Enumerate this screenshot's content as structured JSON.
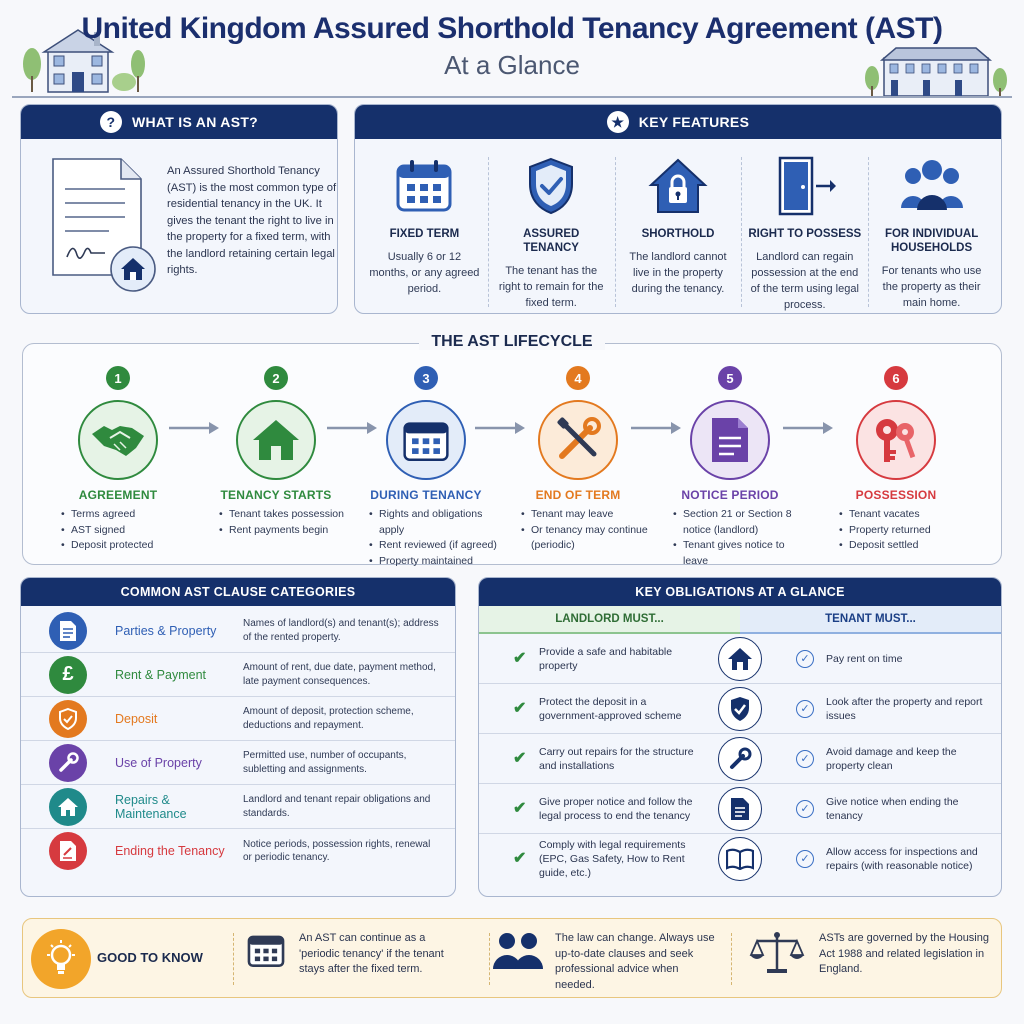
{
  "header": {
    "title": "United Kingdom Assured Shorthold Tenancy Agreement (AST)",
    "subtitle": "At a Glance"
  },
  "what": {
    "heading": "WHAT IS AN AST?",
    "text": "An Assured Shorthold Tenancy (AST) is the most common type of residential tenancy in the UK. It gives the tenant the right to live in the property for a fixed term, with the landlord retaining certain legal rights."
  },
  "features": {
    "heading": "KEY FEATURES",
    "items": [
      {
        "name": "FIXED TERM",
        "desc": "Usually 6 or 12 months, or any agreed period.",
        "icon": "calendar-icon"
      },
      {
        "name": "ASSURED TENANCY",
        "desc": "The tenant has the right to remain for the fixed term.",
        "icon": "shield-check-icon"
      },
      {
        "name": "SHORTHOLD",
        "desc": "The landlord cannot live in the property during the tenancy.",
        "icon": "house-lock-icon"
      },
      {
        "name": "RIGHT TO POSSESS",
        "desc": "Landlord can regain possession at the end of the term using legal process.",
        "icon": "door-exit-icon"
      },
      {
        "name": "FOR INDIVIDUAL HOUSEHOLDS",
        "desc": "For tenants who use the property as their main home.",
        "icon": "people-icon"
      }
    ]
  },
  "lifecycle": {
    "title": "THE AST LIFECYCLE",
    "stages": [
      {
        "num": "1",
        "name": "AGREEMENT",
        "color": "#2f8a3e",
        "bg": "#e6f3e6",
        "icon": "handshake-icon",
        "bullets": [
          "Terms agreed",
          "AST signed",
          "Deposit protected"
        ]
      },
      {
        "num": "2",
        "name": "TENANCY STARTS",
        "color": "#2f8a3e",
        "bg": "#e6f3e6",
        "icon": "house-icon",
        "bullets": [
          "Tenant takes possession",
          "Rent payments begin"
        ]
      },
      {
        "num": "3",
        "name": "DURING TENANCY",
        "color": "#2f5fb4",
        "bg": "#e3ecf9",
        "icon": "calendar-icon",
        "bullets": [
          "Rights and obligations apply",
          "Rent reviewed (if agreed)",
          "Property maintained"
        ]
      },
      {
        "num": "4",
        "name": "END OF TERM",
        "color": "#e3791f",
        "bg": "#fcebd9",
        "icon": "tools-icon",
        "bullets": [
          "Tenant may leave",
          "Or tenancy may continue (periodic)"
        ]
      },
      {
        "num": "5",
        "name": "NOTICE PERIOD",
        "color": "#6a42a8",
        "bg": "#ece5f6",
        "icon": "notice-document-icon",
        "bullets": [
          "Section 21 or Section 8 notice (landlord)",
          "Tenant gives notice to leave"
        ]
      },
      {
        "num": "6",
        "name": "POSSESSION",
        "color": "#d63a3f",
        "bg": "#fbe3e3",
        "icon": "keys-icon",
        "bullets": [
          "Tenant vacates",
          "Property returned",
          "Deposit settled"
        ]
      }
    ]
  },
  "clauses": {
    "heading": "COMMON AST CLAUSE CATEGORIES",
    "items": [
      {
        "name": "Parties & Property",
        "desc": "Names of landlord(s) and tenant(s); address of the rented property.",
        "color": "#2f5fb4",
        "icon": "document-icon"
      },
      {
        "name": "Rent & Payment",
        "desc": "Amount of rent, due date, payment method, late payment consequences.",
        "color": "#2f8a3e",
        "icon": "pound-icon"
      },
      {
        "name": "Deposit",
        "desc": "Amount of deposit, protection scheme, deductions and repayment.",
        "color": "#e3791f",
        "icon": "shield-icon"
      },
      {
        "name": "Use of Property",
        "desc": "Permitted use, number of occupants, subletting and assignments.",
        "color": "#6a42a8",
        "icon": "wrench-icon"
      },
      {
        "name": "Repairs & Maintenance",
        "desc": "Landlord and tenant repair obligations and standards.",
        "color": "#1f8a8a",
        "icon": "house-icon"
      },
      {
        "name": "Ending the Tenancy",
        "desc": "Notice periods, possession rights, renewal or periodic tenancy.",
        "color": "#d63a3f",
        "icon": "notice-icon"
      }
    ]
  },
  "obligations": {
    "heading": "KEY OBLIGATIONS AT A GLANCE",
    "landlord_head": "LANDLORD MUST...",
    "tenant_head": "TENANT MUST...",
    "rows": [
      {
        "landlord": "Provide a safe and habitable property",
        "tenant": "Pay rent on time",
        "icon": "house-icon"
      },
      {
        "landlord": "Protect the deposit in a government-approved scheme",
        "tenant": "Look after the property and report issues",
        "icon": "shield-check-icon"
      },
      {
        "landlord": "Carry out repairs for the structure and installations",
        "tenant": "Avoid damage and keep the property clean",
        "icon": "wrench-icon"
      },
      {
        "landlord": "Give proper notice and follow the legal process to end the tenancy",
        "tenant": "Give notice when ending the tenancy",
        "icon": "document-icon"
      },
      {
        "landlord": "Comply with legal requirements (EPC, Gas Safety, How to Rent guide, etc.)",
        "tenant": "Allow access for inspections and repairs (with reasonable notice)",
        "icon": "book-icon"
      }
    ]
  },
  "good_to_know": {
    "title": "GOOD TO KNOW",
    "items": [
      {
        "text": "An AST can continue as a 'periodic tenancy' if the tenant stays after the fixed term.",
        "icon": "calendar-icon"
      },
      {
        "text": "The law can change. Always use up-to-date clauses and seek professional advice when needed.",
        "icon": "people-icon"
      },
      {
        "text": "ASTs are governed by the Housing Act 1988 and related legislation in England.",
        "icon": "scales-icon"
      }
    ]
  }
}
